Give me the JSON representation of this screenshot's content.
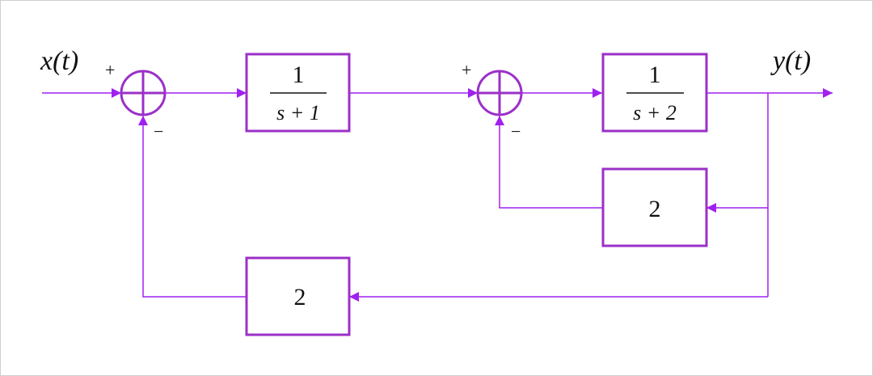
{
  "colors": {
    "line": "#a020f0",
    "box": "#9b30c8",
    "text": "#111111",
    "background": "#ffffff"
  },
  "signals": {
    "input": "x(t)",
    "output": "y(t)"
  },
  "summing_junction_1": {
    "plus": "+",
    "minus": "−"
  },
  "summing_junction_2": {
    "plus": "+",
    "minus": "−"
  },
  "block_forward_1": {
    "numerator": "1",
    "denominator": "s + 1"
  },
  "block_forward_2": {
    "numerator": "1",
    "denominator": "s + 2"
  },
  "block_feedback_inner": {
    "gain": "2"
  },
  "block_feedback_outer": {
    "gain": "2"
  }
}
